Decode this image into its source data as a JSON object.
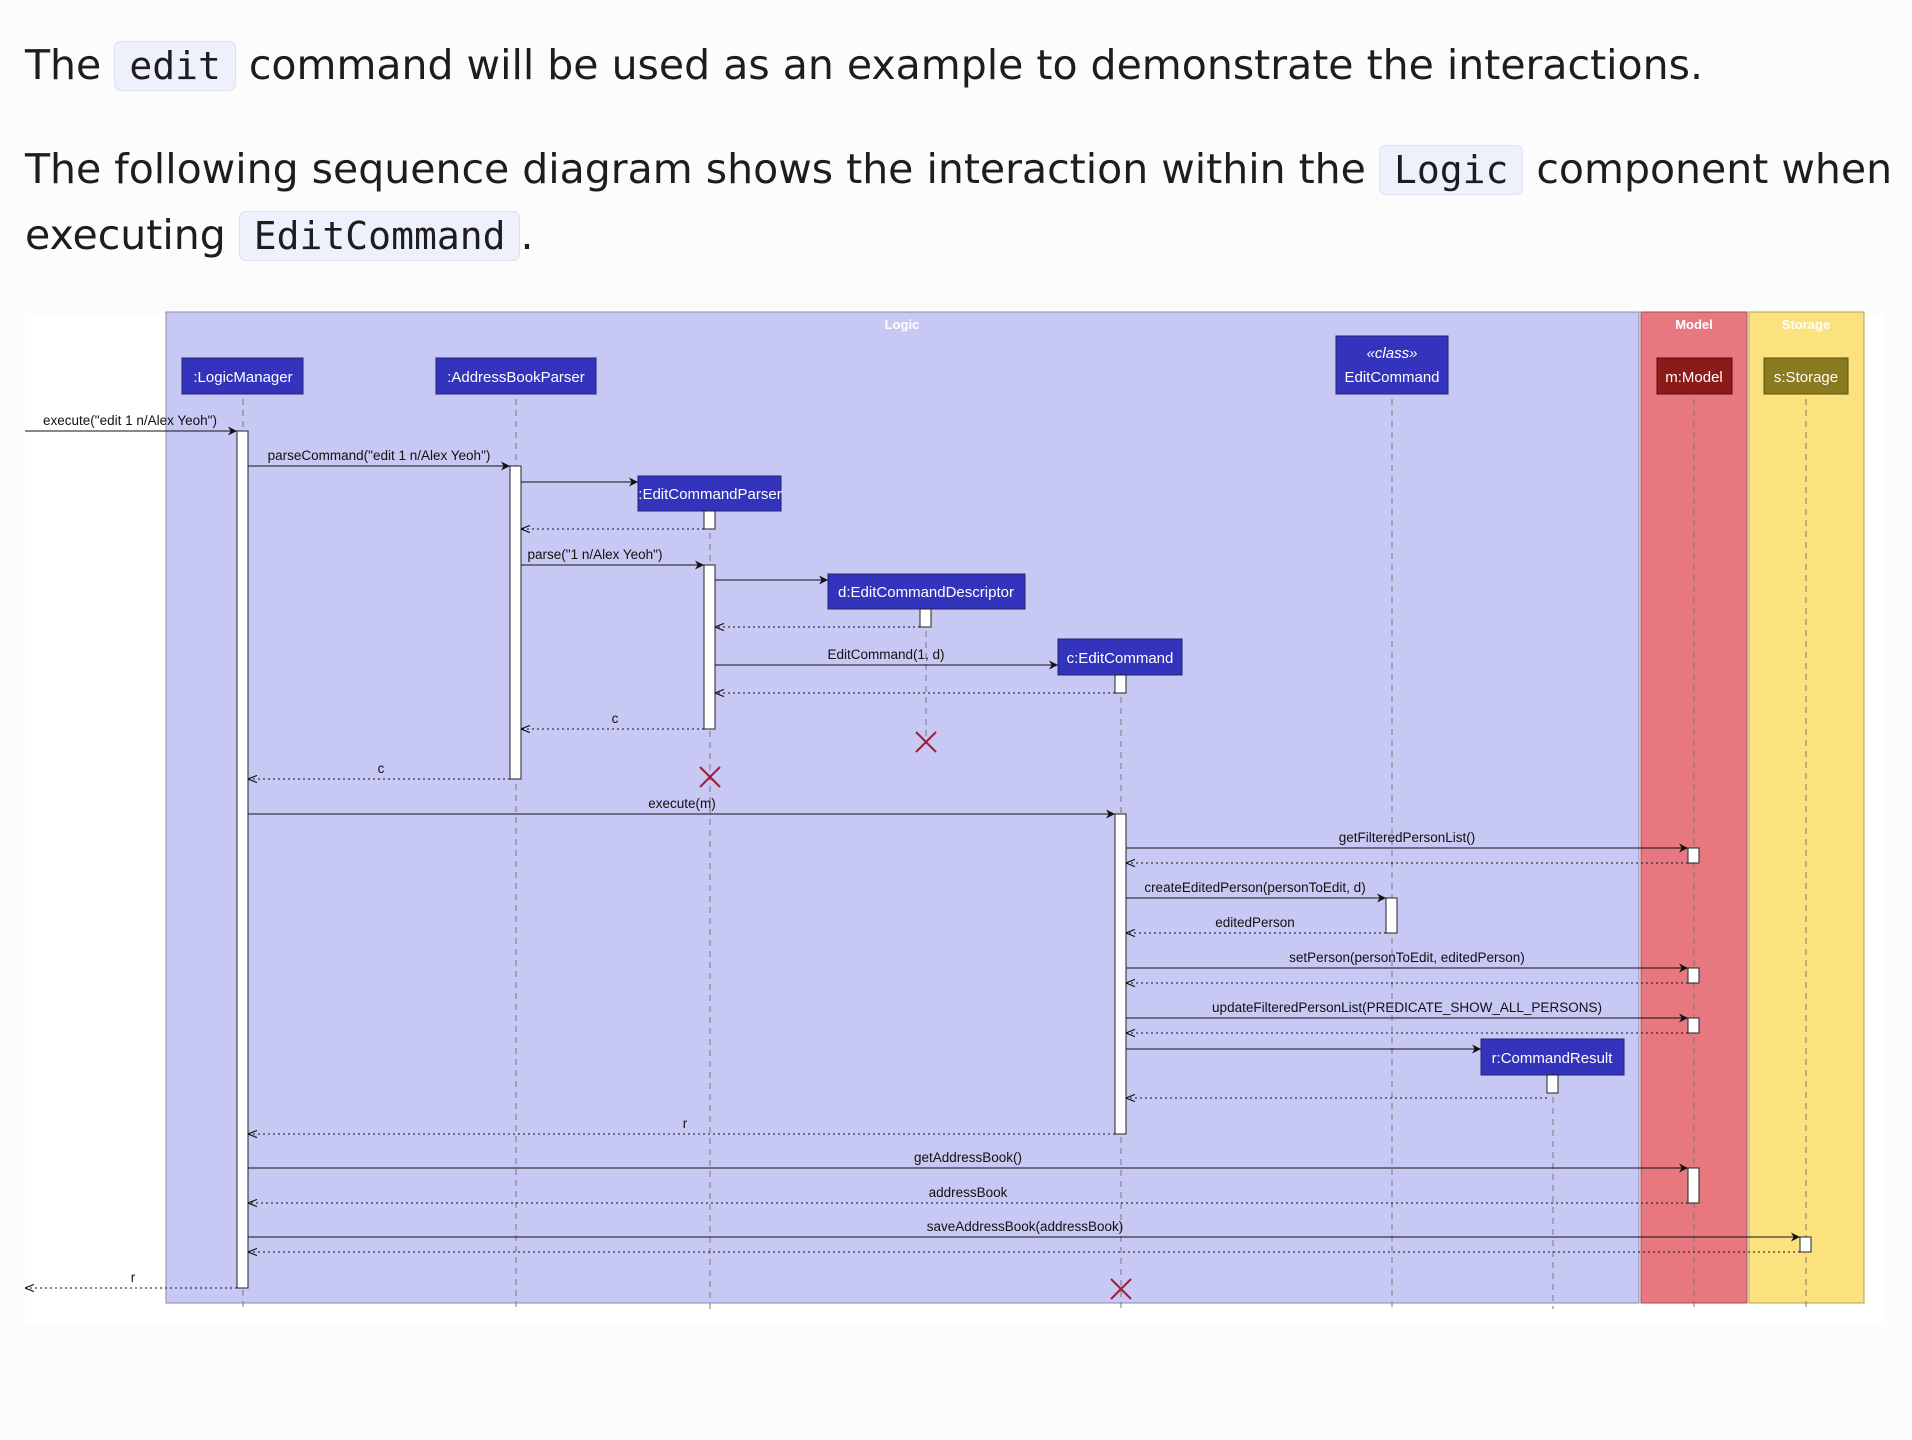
{
  "intro": {
    "line1_before": "The",
    "line1_code": "edit",
    "line1_after": "command will be used as an example to demonstrate the interactions.",
    "line2_before": "The following sequence diagram shows the interaction within the",
    "line2_code": "Logic",
    "line2_after": "component when",
    "line3_before": "executing",
    "line3_code": "EditCommand",
    "line3_after": "."
  },
  "diagram": {
    "groups": [
      {
        "id": "logic",
        "title": "Logic",
        "color": "#c8c8f4"
      },
      {
        "id": "model",
        "title": "Model",
        "color": "#e87880"
      },
      {
        "id": "storage",
        "title": "Storage",
        "color": "#fbe27e"
      }
    ],
    "participants": [
      {
        "id": "lm",
        "label": ":LogicManager",
        "color": "#3333bb"
      },
      {
        "id": "abp",
        "label": ":AddressBookParser",
        "color": "#3333bb"
      },
      {
        "id": "ecp",
        "label": ":EditCommandParser",
        "color": "#3333bb"
      },
      {
        "id": "d",
        "label": "d:EditCommandDescriptor",
        "color": "#3333bb"
      },
      {
        "id": "c",
        "label": "c:EditCommand",
        "color": "#3333bb"
      },
      {
        "id": "ec",
        "label": "EditCommand",
        "stereotype": "«class»",
        "color": "#3333bb"
      },
      {
        "id": "r",
        "label": "r:CommandResult",
        "color": "#3333bb"
      },
      {
        "id": "m",
        "label": "m:Model",
        "color": "#8b1a1a"
      },
      {
        "id": "s",
        "label": "s:Storage",
        "color": "#8a7a20"
      }
    ],
    "messages": [
      {
        "from": "ext",
        "to": "lm",
        "label": "execute(\"edit 1 n/Alex Yeoh\")",
        "kind": "call"
      },
      {
        "from": "lm",
        "to": "abp",
        "label": "parseCommand(\"edit 1 n/Alex Yeoh\")",
        "kind": "call"
      },
      {
        "from": "abp",
        "to": "ecp",
        "label": "",
        "kind": "create"
      },
      {
        "from": "ecp",
        "to": "abp",
        "label": "",
        "kind": "return"
      },
      {
        "from": "abp",
        "to": "ecp",
        "label": "parse(\"1 n/Alex Yeoh\")",
        "kind": "call"
      },
      {
        "from": "ecp",
        "to": "d",
        "label": "",
        "kind": "create"
      },
      {
        "from": "d",
        "to": "ecp",
        "label": "",
        "kind": "return"
      },
      {
        "from": "ecp",
        "to": "c",
        "label": "EditCommand(1, d)",
        "kind": "create"
      },
      {
        "from": "c",
        "to": "ecp",
        "label": "",
        "kind": "return"
      },
      {
        "from": "ecp",
        "to": "abp",
        "label": "c",
        "kind": "return"
      },
      {
        "from": "abp",
        "to": "lm",
        "label": "c",
        "kind": "return"
      },
      {
        "from": "lm",
        "to": "c",
        "label": "execute(m)",
        "kind": "call"
      },
      {
        "from": "c",
        "to": "m",
        "label": "getFilteredPersonList()",
        "kind": "call"
      },
      {
        "from": "m",
        "to": "c",
        "label": "",
        "kind": "return"
      },
      {
        "from": "c",
        "to": "ec",
        "label": "createEditedPerson(personToEdit, d)",
        "kind": "call"
      },
      {
        "from": "ec",
        "to": "c",
        "label": "editedPerson",
        "kind": "return"
      },
      {
        "from": "c",
        "to": "m",
        "label": "setPerson(personToEdit, editedPerson)",
        "kind": "call"
      },
      {
        "from": "m",
        "to": "c",
        "label": "",
        "kind": "return"
      },
      {
        "from": "c",
        "to": "m",
        "label": "updateFilteredPersonList(PREDICATE_SHOW_ALL_PERSONS)",
        "kind": "call"
      },
      {
        "from": "m",
        "to": "c",
        "label": "",
        "kind": "return"
      },
      {
        "from": "c",
        "to": "r",
        "label": "",
        "kind": "create"
      },
      {
        "from": "r",
        "to": "c",
        "label": "",
        "kind": "return"
      },
      {
        "from": "c",
        "to": "lm",
        "label": "r",
        "kind": "return"
      },
      {
        "from": "lm",
        "to": "m",
        "label": "getAddressBook()",
        "kind": "call"
      },
      {
        "from": "m",
        "to": "lm",
        "label": "addressBook",
        "kind": "return"
      },
      {
        "from": "lm",
        "to": "s",
        "label": "saveAddressBook(addressBook)",
        "kind": "call"
      },
      {
        "from": "s",
        "to": "lm",
        "label": "",
        "kind": "return"
      },
      {
        "from": "lm",
        "to": "ext",
        "label": "r",
        "kind": "return"
      }
    ],
    "destroyed": [
      "d",
      "ecp",
      "c"
    ]
  }
}
